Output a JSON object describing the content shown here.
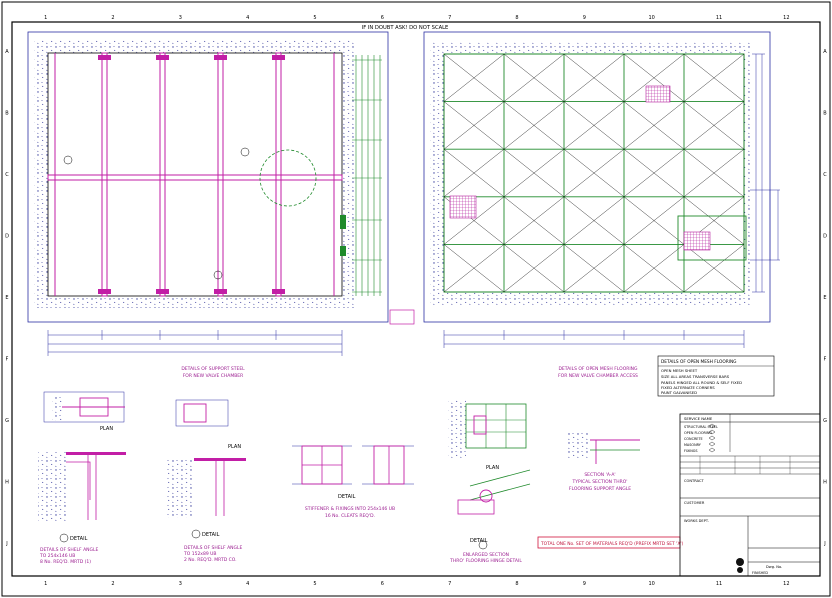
{
  "notice": "IF IN DOUBT ASK!  DO NOT SCALE",
  "grid": {
    "columns": [
      "1",
      "2",
      "3",
      "4",
      "5",
      "6",
      "7",
      "8",
      "9",
      "10",
      "11",
      "12"
    ],
    "rows": [
      "A",
      "B",
      "C",
      "D",
      "E",
      "F",
      "G",
      "H",
      "J"
    ]
  },
  "captions": {
    "support_steel": {
      "line1": "DETAILS OF SUPPORT STEEL",
      "line2": "FOR NEW VALVE CHAMBER"
    },
    "open_mesh": {
      "line1": "DETAILS OF OPEN MESH FLOORING",
      "line2": "FOR NEW VALVE CHAMBER ACCESS"
    },
    "shelf_angle_left": {
      "line1": "DETAILS OF SHELF ANGLE",
      "line2": "TO 254x146 UB",
      "line3": "8 No. REQ'D. MRTD (1)"
    },
    "shelf_angle_right": {
      "line1": "DETAILS OF SHELF ANGLE",
      "line2": "TO 152x89 UB",
      "line3": "2 No. REQ'D. MRTD CO."
    },
    "fixings": {
      "line1": "STIFFENER & FIXINGS INTO 254x146 UB",
      "line2": "16 No. CLEATS REQ'D."
    },
    "hinge": {
      "line1": "ENLARGED SECTION",
      "line2": "THRO' FLOORING HINGE DETAIL"
    },
    "section_aa": {
      "line1": "SECTION 'A-A'",
      "line2": "TYPICAL SECTION THRO'",
      "line3": "FLOORING SUPPORT ANGLE"
    }
  },
  "view_labels": {
    "plan": "PLAN",
    "detail": "DETAIL"
  },
  "materials_note": "TOTAL ONE No. SET OF MATERIALS REQ'D  (PREFIX MRTD SET 'X')",
  "flooring_note": {
    "title": "DETAILS OF OPEN MESH FLOORING",
    "lines": [
      "OPEN MESH SHEET",
      "SIZE ALL AREAS TRANSVERSE BARS",
      "PANELS HINGED ALL ROUND & SELF FIXED",
      "FIXED ALTERNATE CORNERS",
      "PAINT GALVANISED"
    ]
  },
  "title_block": {
    "legend_header": "SERVICE NAME",
    "legend_rows": [
      "STRUCTURAL STEEL",
      "OPEN FLOORING",
      "CONCRETE",
      "MASONRY",
      "FIXINGS"
    ],
    "contract_label": "CONTRACT",
    "customer_label": "CUSTOMER",
    "dept_label": "WORKS DEPT.",
    "drawing_no_label": "Dwg. No.",
    "status": "FINISHED"
  },
  "colors": {
    "steel": "#c21ea6",
    "mesh": "#1f8a2b",
    "dims": "#2b2fa3",
    "note_box": "#d0143c",
    "border": "#000000"
  }
}
